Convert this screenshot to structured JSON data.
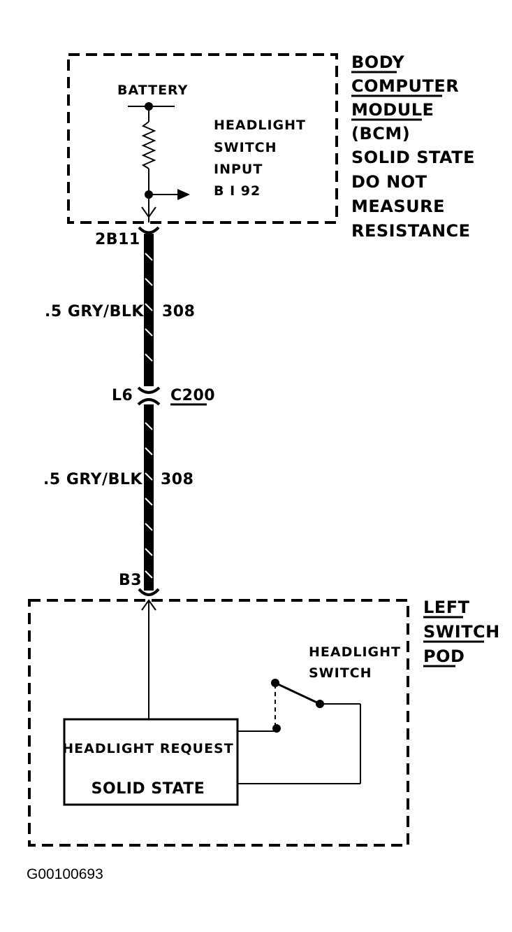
{
  "bcm": {
    "title_lines": [
      "BODY",
      "COMPUTER",
      "MODULE"
    ],
    "note_lines": [
      "(BCM)",
      "SOLID STATE",
      "DO NOT",
      "MEASURE",
      "RESISTANCE"
    ],
    "battery_label": "BATTERY",
    "input_lines": [
      "HEADLIGHT",
      "SWITCH",
      "INPUT",
      "B I 92"
    ]
  },
  "wiring": {
    "upper_pin": "2B11",
    "upper_wire": ".5 GRY/BLK",
    "upper_circuit": "308",
    "connector_pin": "L6",
    "connector_name": "C200",
    "lower_wire": ".5 GRY/BLK",
    "lower_circuit": "308",
    "lower_pin": "B3"
  },
  "pod": {
    "title_lines": [
      "LEFT",
      "SWITCH",
      "POD"
    ],
    "switch_lines": [
      "HEADLIGHT",
      "SWITCH"
    ],
    "request_box": [
      "HEADLIGHT REQUEST",
      "SOLID STATE"
    ]
  },
  "figure_id": "G00100693"
}
